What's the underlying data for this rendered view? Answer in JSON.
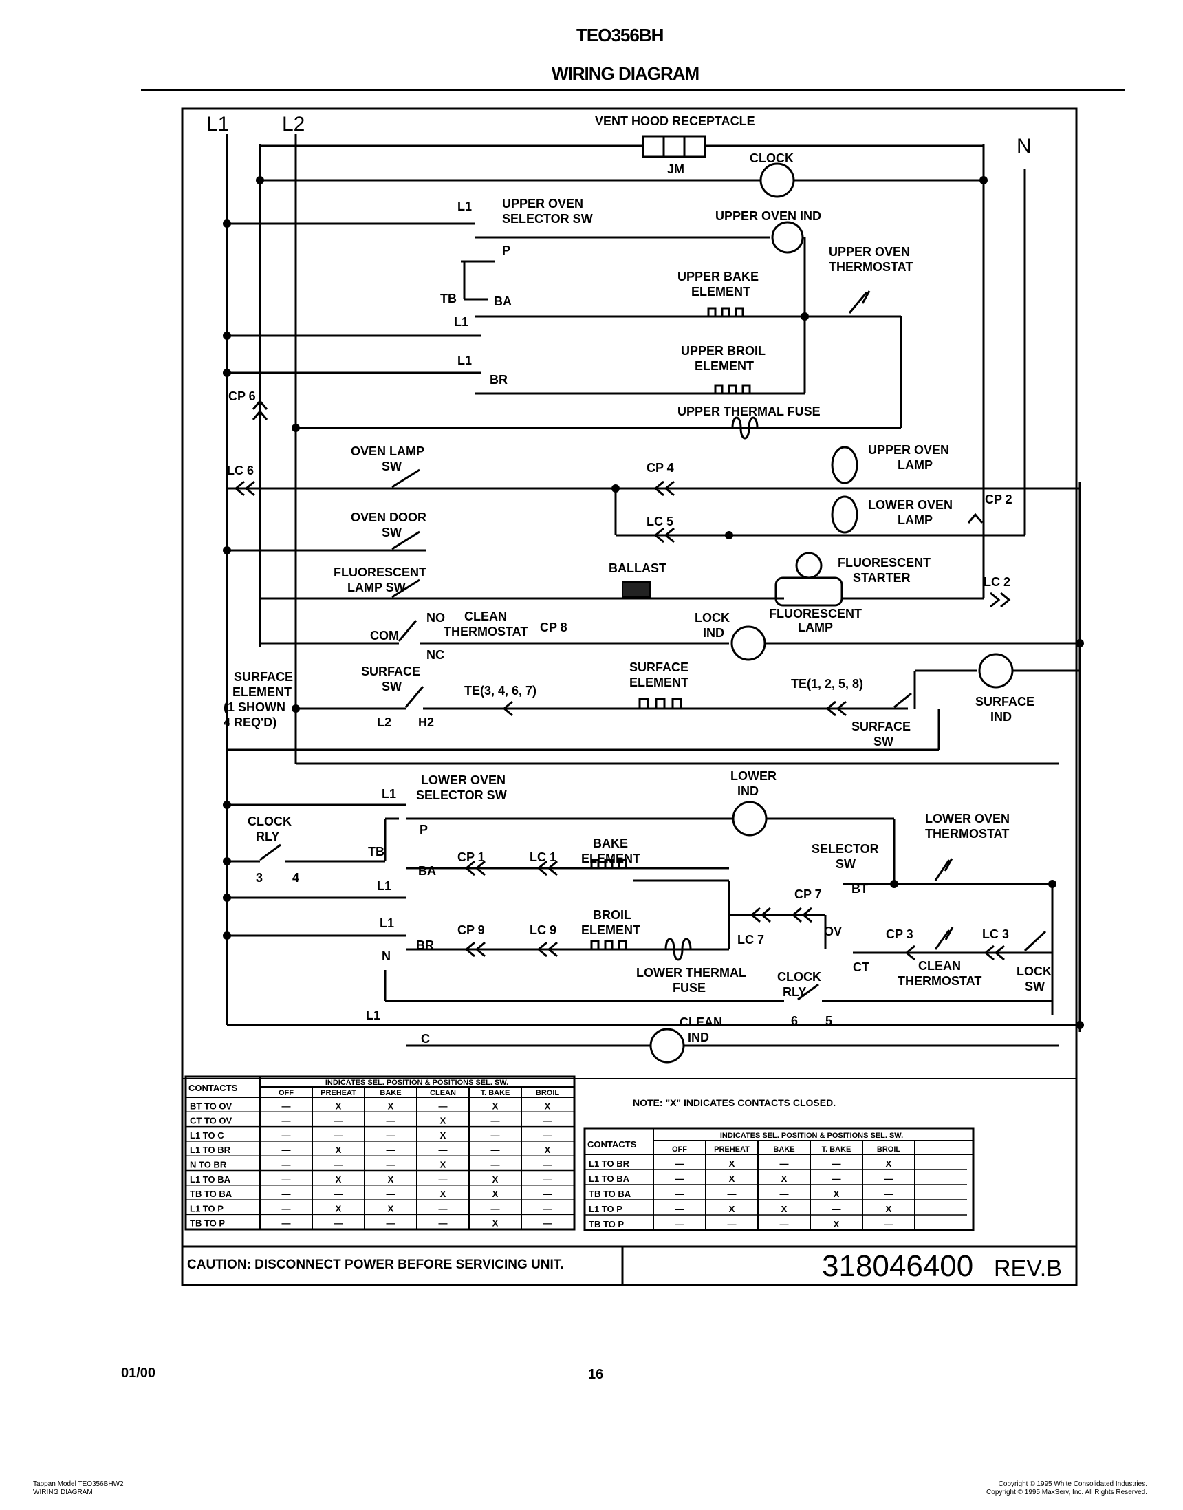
{
  "header": {
    "model": "TEO356BH",
    "title": "WIRING DIAGRAM"
  },
  "lines": {
    "l1": "L1",
    "l2": "L2",
    "n": "N"
  },
  "labels": {
    "vent_hood": "VENT HOOD RECEPTACLE",
    "jm": "JM",
    "clock": "CLOCK",
    "upper_sel_l1": "L1",
    "upper_sel": [
      "UPPER OVEN",
      "SELECTOR SW"
    ],
    "upper_ind": "UPPER OVEN IND",
    "upper_thermo": [
      "UPPER OVEN",
      "THERMOSTAT"
    ],
    "upper_bake": [
      "UPPER BAKE",
      "ELEMENT"
    ],
    "upper_broil": [
      "UPPER BROIL",
      "ELEMENT"
    ],
    "upper_fuse": "UPPER THERMAL FUSE",
    "p": "P",
    "tb": "TB",
    "ba": "BA",
    "br": "BR",
    "l1a": "L1",
    "l1b": "L1",
    "cp6": "CP 6",
    "lc6": "LC 6",
    "cp2": "CP 2",
    "lc2": "LC 2",
    "oven_lamp_sw": [
      "OVEN LAMP",
      "SW"
    ],
    "cp4": "CP 4",
    "upper_lamp": [
      "UPPER OVEN",
      "LAMP"
    ],
    "oven_door_sw": [
      "OVEN DOOR",
      "SW"
    ],
    "lc5": "LC 5",
    "lower_lamp": [
      "LOWER OVEN",
      "LAMP"
    ],
    "fluor_sw": [
      "FLUORESCENT",
      "LAMP SW"
    ],
    "ballast": "BALLAST",
    "fluor_starter": [
      "FLUORESCENT",
      "STARTER"
    ],
    "fluor_lamp": [
      "FLUORESCENT",
      "LAMP"
    ],
    "com": "COM",
    "no": "NO",
    "nc": "NC",
    "clean_thermo_top": [
      "CLEAN",
      "THERMOSTAT"
    ],
    "cp8": "CP 8",
    "lock_ind": [
      "LOCK",
      "IND"
    ],
    "surface_left": [
      "SURFACE",
      "ELEMENT",
      "(1 SHOWN",
      "4 REQ'D)"
    ],
    "surface_sw_l": [
      "SURFACE",
      "SW"
    ],
    "l2": "L2",
    "h2": "H2",
    "te_left": "TE(3, 4, 6, 7)",
    "surface_element": [
      "SURFACE",
      "ELEMENT"
    ],
    "te_right": "TE(1, 2, 5, 8)",
    "surface_sw_r": [
      "SURFACE",
      "SW"
    ],
    "surface_ind": [
      "SURFACE",
      "IND"
    ],
    "lower_sel_l1": "L1",
    "lower_sel": [
      "LOWER OVEN",
      "SELECTOR SW"
    ],
    "lower_ind": [
      "LOWER",
      "IND"
    ],
    "lower_thermo": [
      "LOWER OVEN",
      "THERMOSTAT"
    ],
    "clock_rly": [
      "CLOCK",
      "RLY"
    ],
    "r3": "3",
    "r4": "4",
    "lp": "P",
    "ltb": "TB",
    "lba": "BA",
    "ll1": "L1",
    "cp1": "CP 1",
    "lc1": "LC 1",
    "bake_element": [
      "BAKE",
      "ELEMENT"
    ],
    "selector_sw": [
      "SELECTOR",
      "SW"
    ],
    "bt": "BT",
    "cp7": "CP 7",
    "ll1b": "L1",
    "lbr": "BR",
    "cp9": "CP 9",
    "lc9": "LC 9",
    "broil_element": [
      "BROIL",
      "ELEMENT"
    ],
    "lc7": "LC 7",
    "ov": "OV",
    "cp3": "CP 3",
    "lc3": "LC 3",
    "ct": "CT",
    "clean_thermo": [
      "CLEAN",
      "THERMOSTAT"
    ],
    "lock_sw": [
      "LOCK",
      "SW"
    ],
    "n_small": "N",
    "lower_fuse": [
      "LOWER THERMAL",
      "FUSE"
    ],
    "clock_rly2": [
      "CLOCK",
      "RLY"
    ],
    "r6": "6",
    "r5": "5",
    "ll1c": "L1",
    "c": "C",
    "clean_ind": [
      "CLEAN",
      "IND"
    ]
  },
  "table_left": {
    "header": [
      "CONTACTS",
      "INDICATES SEL. POSITION & POSITIONS SEL. SW."
    ],
    "cols": [
      "OFF",
      "PREHEAT",
      "BAKE",
      "CLEAN",
      "T. BAKE",
      "BROIL"
    ],
    "rows": [
      {
        "name": "BT TO OV",
        "v": [
          "—",
          "X",
          "X",
          "—",
          "X",
          "X"
        ]
      },
      {
        "name": "CT TO OV",
        "v": [
          "—",
          "—",
          "—",
          "X",
          "—",
          "—"
        ]
      },
      {
        "name": "L1 TO C",
        "v": [
          "—",
          "—",
          "—",
          "X",
          "—",
          "—"
        ]
      },
      {
        "name": "L1 TO BR",
        "v": [
          "—",
          "X",
          "—",
          "—",
          "—",
          "X"
        ]
      },
      {
        "name": "N TO BR",
        "v": [
          "—",
          "—",
          "—",
          "X",
          "—",
          "—"
        ]
      },
      {
        "name": "L1 TO BA",
        "v": [
          "—",
          "X",
          "X",
          "—",
          "X",
          "—"
        ]
      },
      {
        "name": "TB TO BA",
        "v": [
          "—",
          "—",
          "—",
          "X",
          "X",
          "—"
        ]
      },
      {
        "name": "L1 TO P",
        "v": [
          "—",
          "X",
          "X",
          "—",
          "—",
          "—"
        ]
      },
      {
        "name": "TB TO P",
        "v": [
          "—",
          "—",
          "—",
          "—",
          "X",
          "—"
        ]
      }
    ]
  },
  "note": "NOTE: \"X\" INDICATES CONTACTS CLOSED.",
  "table_right": {
    "header": [
      "CONTACTS",
      "INDICATES SEL. POSITION & POSITIONS SEL. SW."
    ],
    "cols": [
      "OFF",
      "PREHEAT",
      "BAKE",
      "T. BAKE",
      "BROIL"
    ],
    "rows": [
      {
        "name": "L1 TO BR",
        "v": [
          "—",
          "X",
          "—",
          "—",
          "X"
        ]
      },
      {
        "name": "L1 TO BA",
        "v": [
          "—",
          "X",
          "X",
          "—",
          "—"
        ]
      },
      {
        "name": "TB TO BA",
        "v": [
          "—",
          "—",
          "—",
          "X",
          "—"
        ]
      },
      {
        "name": "L1 TO P",
        "v": [
          "—",
          "X",
          "X",
          "—",
          "X"
        ]
      },
      {
        "name": "TB TO P",
        "v": [
          "—",
          "—",
          "—",
          "X",
          "—"
        ]
      }
    ]
  },
  "caution": "CAUTION: DISCONNECT POWER BEFORE SERVICING UNIT.",
  "part_number": "318046400",
  "revision": "REV.B",
  "footer": {
    "date": "01/00",
    "page": "16",
    "model_line1": "Tappan Model TEO356BHW2",
    "model_line2": "WIRING DIAGRAM",
    "copy1": "Copyright © 1995 White Consolidated Industries.",
    "copy2": "Copyright © 1995 MaxServ, Inc. All Rights Reserved."
  }
}
